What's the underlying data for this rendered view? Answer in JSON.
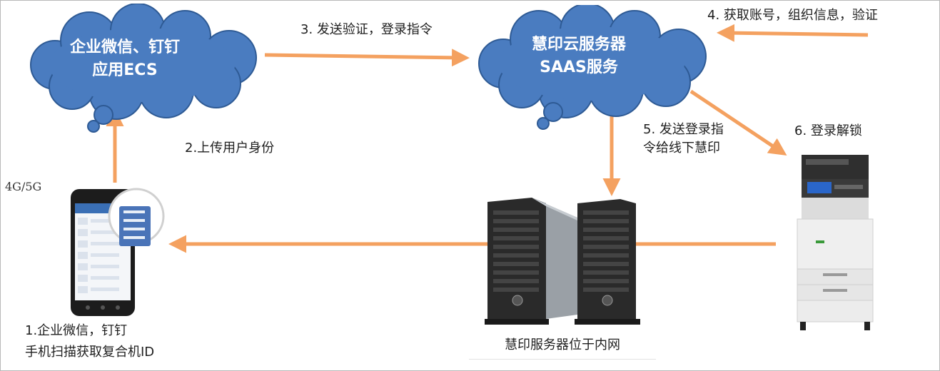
{
  "clouds": {
    "ecs": {
      "line1": "企业微信、钉钉",
      "line2": "应用ECS"
    },
    "saas": {
      "line1": "慧印云服务器",
      "line2": "SAAS服务"
    }
  },
  "steps": {
    "s1_line1": "1.企业微信，钉钉",
    "s1_line2": "手机扫描获取复合机ID",
    "s2": "2.上传用户身份",
    "s3": "3. 发送验证，登录指令",
    "s4": "4. 获取账号，组织信息，验证",
    "s5_line1": "5. 发送登录指",
    "s5_line2": "令给线下慧印",
    "s6": "6. 登录解锁"
  },
  "network": "4G/5G",
  "server_caption": "慧印服务器位于内网",
  "colors": {
    "cloud": "#4a7cc0",
    "cloud_border": "#2e5a94",
    "arrow": "#f4a160"
  }
}
